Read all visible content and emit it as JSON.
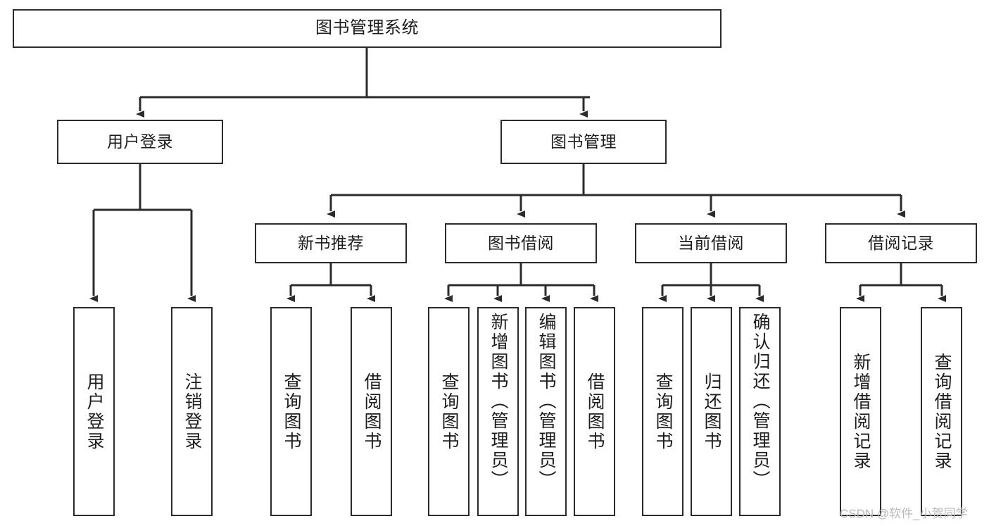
{
  "diagram": {
    "title": "图书管理系统",
    "type": "tree-hierarchy",
    "watermark": "CSDN @软件_小贺同学",
    "colors": {
      "stroke": "#2b2b2b",
      "fill": "#ffffff",
      "text": "#1d1d1d",
      "watermark": "#b9b9b9"
    },
    "root": {
      "label": "图书管理系统"
    },
    "level2": [
      {
        "label": "用户登录"
      },
      {
        "label": "图书管理"
      }
    ],
    "level3": [
      {
        "label": "新书推荐"
      },
      {
        "label": "图书借阅"
      },
      {
        "label": "当前借阅"
      },
      {
        "label": "借阅记录"
      }
    ],
    "leaves": {
      "user_login": [
        {
          "label": "用户登录"
        },
        {
          "label": "注销登录"
        }
      ],
      "new_book_recommend": [
        {
          "label": "查询图书"
        },
        {
          "label": "借阅图书"
        }
      ],
      "book_borrow": [
        {
          "label": "查询图书"
        },
        {
          "label": "新增图书（管理员）"
        },
        {
          "label": "编辑图书（管理员）"
        },
        {
          "label": "借阅图书"
        }
      ],
      "current_borrow": [
        {
          "label": "查询图书"
        },
        {
          "label": "归还图书"
        },
        {
          "label": "确认归还（管理员）"
        }
      ],
      "borrow_record": [
        {
          "label": "新增借阅记录"
        },
        {
          "label": "查询借阅记录"
        }
      ]
    }
  }
}
